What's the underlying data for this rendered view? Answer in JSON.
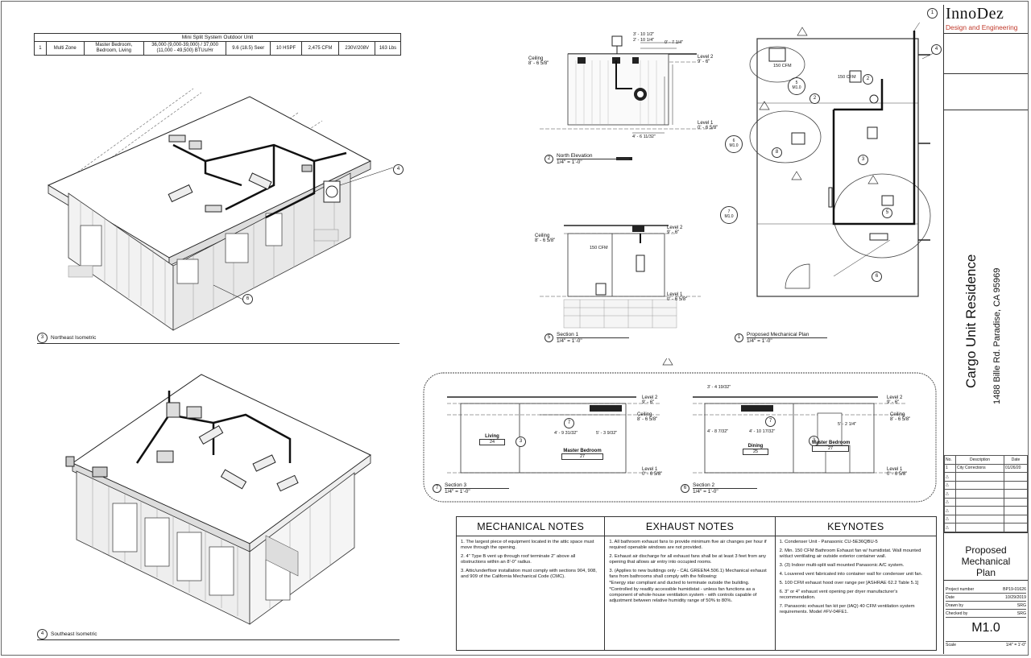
{
  "equipment_table": {
    "title": "Mini Split System Outdoor Unit",
    "row": {
      "num": "1",
      "type": "Multi Zone",
      "rooms": "Master Bedroom, Bedroom, Living",
      "btu": "36,000 (9,000-39,000) / 37,000 (11,000 - 49,500) BTUs/Hr",
      "seer": "9.6 (18.5) Seer",
      "hspf": "10 HSPF",
      "cfm": "2,475 CFM",
      "voltage": "230V/208V",
      "weight": "163 Lbs"
    }
  },
  "views": {
    "northeast_iso": {
      "num": "3",
      "title": "Northeast Isometric"
    },
    "southeast_iso": {
      "num": "4",
      "title": "Southeast Isometric"
    },
    "north_elevation": {
      "num": "2",
      "title": "North Elevation",
      "scale": "1/4\" = 1'-0\""
    },
    "section1": {
      "num": "5",
      "title": "Section 1",
      "scale": "1/4\" = 1'-0\""
    },
    "mech_plan": {
      "num": "1",
      "title": "Proposed Mechanical Plan",
      "scale": "1/4\" = 1'-0\""
    },
    "section3": {
      "num": "7",
      "title": "Section 3",
      "scale": "1/4\" = 1'-0\""
    },
    "section2": {
      "num": "6",
      "title": "Section 2",
      "scale": "1/4\" = 1'-0\""
    }
  },
  "levels": {
    "ceiling": "Ceiling",
    "ceiling_val": "8' - 6 5/8\"",
    "level2": "Level 2",
    "level2_val": "9' - 6\"",
    "level1": "Level 1",
    "level1_val": "0' - 6 5/8\""
  },
  "dims": {
    "ne_1": "3' - 10 1/2\"",
    "ne_2": "2' - 10 1/4\"",
    "ne_3": "0' - 7 1/4\"",
    "ne_4": "4' - 6 11/32\"",
    "s3_1": "4' - 9 31/32\"",
    "s3_2": "5' - 3 9/32\"",
    "s2_1": "3' - 4 19/32\"",
    "s2_2": "4' - 8 7/32\"",
    "s2_3": "4' - 10 17/32\"",
    "s2_4": "5' - 2 1/4\""
  },
  "cfm_labels": {
    "a": "150 CFM",
    "b": "150 CFM",
    "c": "150 CFM"
  },
  "rooms": [
    {
      "name": "Living",
      "num": "24"
    },
    {
      "name": "Master Bedroom",
      "num": "27"
    },
    {
      "name": "Dining",
      "num": "25"
    },
    {
      "name": "Master Bedroom",
      "num": "27"
    }
  ],
  "section_refs": {
    "m10": "M1.0",
    "m10b": "M1.0",
    "m10c": "M1.0"
  },
  "callouts": {
    "c1": "1",
    "c2": "2",
    "c3": "3",
    "c4": "4",
    "c5": "5",
    "c6": "6",
    "c7": "7",
    "c8": "8"
  },
  "mechanical_notes": {
    "heading": "MECHANICAL NOTES",
    "items": [
      "1. The largest piece of equipment located in the attic space must move through the opening.",
      "2. 4\" Type B vent up through roof terminate 2\" above all obstructions within an 8'-0\" radius.",
      "3. Attic/underfloor installation must comply with sections 904, 908, and 909 of the California Mechanical Code (CMC)."
    ]
  },
  "exhaust_notes": {
    "heading": "EXHAUST NOTES",
    "items": [
      "1. All bathroom exhaust fans to provide minimum five air changes per hour if required openable windows are not provided.",
      "2. Exhaust air discharge for all exhaust fans shall be at least 3 feet from any opening that allows air entry into occupied rooms.",
      "3. (Applies to new buildings only - CAL GREEN4.506.1) Mechanical exhaust fans from bathrooms shall comply with the following:",
      "*Energy star compliant and ducted to terminate outside the building.",
      "*Controlled by readily accessible humidistat - unless fan functions as a component of whole-house ventilation system - with controls capable of adjustment between relative humidity range of 50% to 80%."
    ]
  },
  "keynotes": {
    "heading": "KEYNOTES",
    "items": [
      "1. Condenser Unit - Panasonic CU-5E36QBU-5",
      "2. Min. 150 CFM Bathroom Exhaust fan w/ humidistat. Wall mounted w/duct ventilating air outside exterior container wall.",
      "3. (3) Indoor multi-split wall mounted Panasonic A/C system.",
      "4. Louvered vent fabricated into container wall for condenser unit fan.",
      "5. 100 CFM exhaust hood over range per [ASHRAE 62.2 Table 5.1]",
      "6. 3\" or 4\" exhaust vent opening per dryer manufacturer's recommendation.",
      "7. Panasonic exhaust fan kit per (IAQ) 40 CFM ventilation system requirements. Model #FV-04FE1."
    ]
  },
  "title_block": {
    "logo_main": "InnoDez",
    "logo_sub": "Design and Engineering",
    "project_name": "Cargo Unit Residence",
    "address": "1488 Bille Rd. Paradise, CA 95969",
    "rev_headers": [
      "No.",
      "Description",
      "Date"
    ],
    "rev_row": [
      "1",
      "City Corrections",
      "01/26/20"
    ],
    "sheet_title": "Proposed Mechanical Plan",
    "project_number_label": "Project number",
    "project_number": "BP19-01626",
    "date_label": "Date",
    "date": "10/29/2019",
    "drawn_by_label": "Drawn by",
    "drawn_by": "SRG",
    "checked_by_label": "Checked by",
    "checked_by": "SRG",
    "sheet_number": "M1.0",
    "scale_label": "Scale",
    "scale": "1/4\" = 1'-0\""
  }
}
